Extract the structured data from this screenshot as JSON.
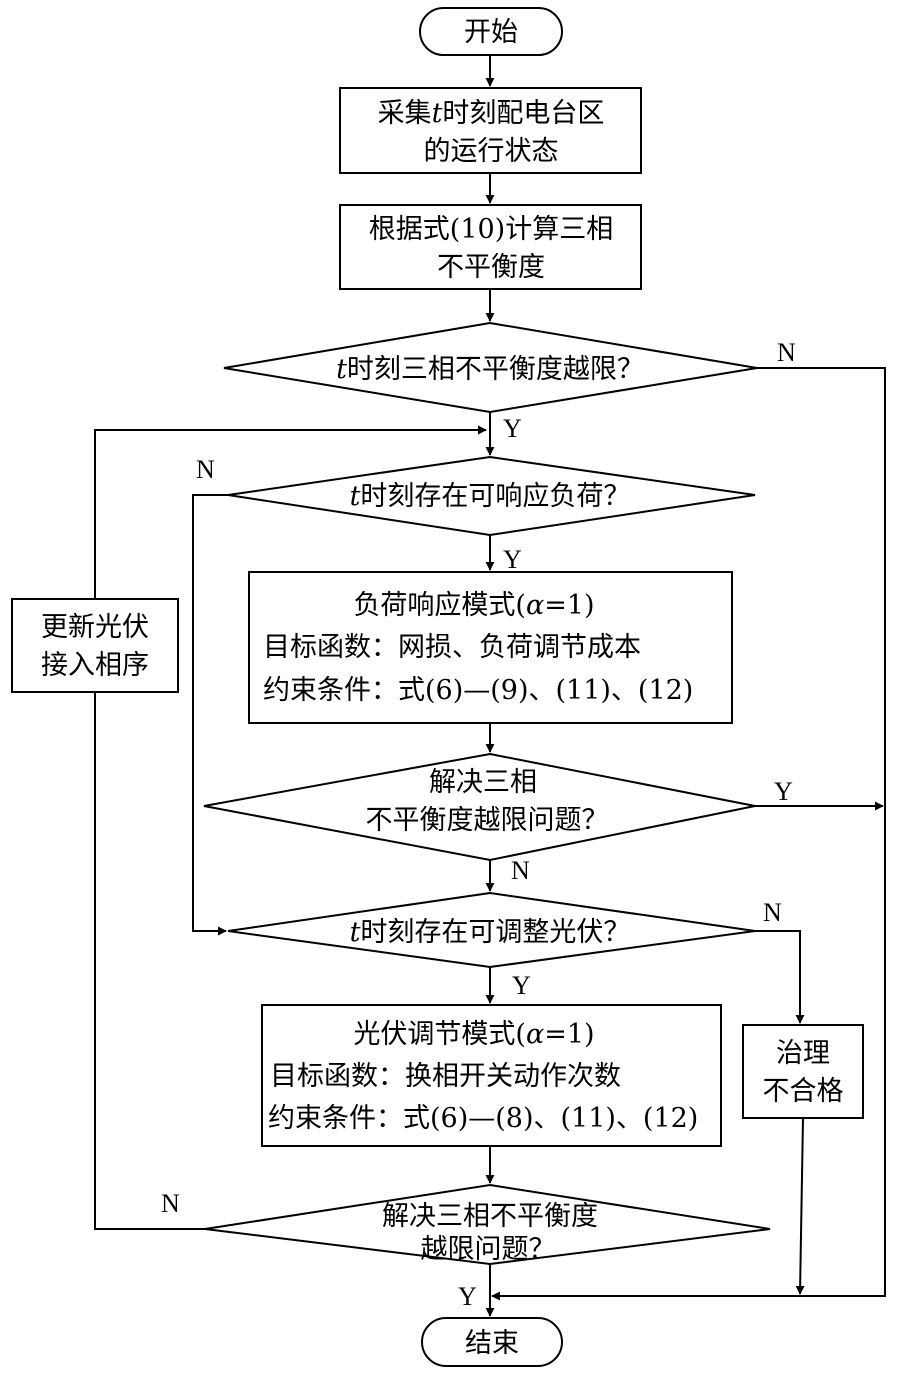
{
  "nodes": {
    "start": "开始",
    "collect": [
      "采集",
      "t",
      "时刻配电台区",
      "的运行状态"
    ],
    "compute": [
      "根据式(10)计算三相",
      "不平衡度"
    ],
    "check_limit": [
      "t",
      "时刻三相不平衡度越限？"
    ],
    "has_load": [
      "t",
      "时刻存在可响应负荷？"
    ],
    "load_mode": {
      "title": [
        "负荷响应模式(",
        "α",
        "=1)"
      ],
      "objective": "目标函数：网损、负荷调节成本",
      "constraints": "约束条件：式(6)—(9)、(11)、(12)"
    },
    "solved_1": [
      "解决三相",
      "不平衡度越限问题？"
    ],
    "has_pv": [
      "t",
      "时刻存在可调整光伏？"
    ],
    "pv_mode": {
      "title": [
        "光伏调节模式(",
        "α",
        "=1)"
      ],
      "objective": "目标函数：换相开关动作次数",
      "constraints": "约束条件：式(6)—(8)、(11)、(12)"
    },
    "solved_2": [
      "解决三相不平衡度",
      "越限问题？"
    ],
    "update_pv": [
      "更新光伏",
      "接入相序"
    ],
    "fail": [
      "治理",
      "不合格"
    ],
    "end": "结束"
  },
  "edge_labels": {
    "yes": "Y",
    "no": "N"
  }
}
